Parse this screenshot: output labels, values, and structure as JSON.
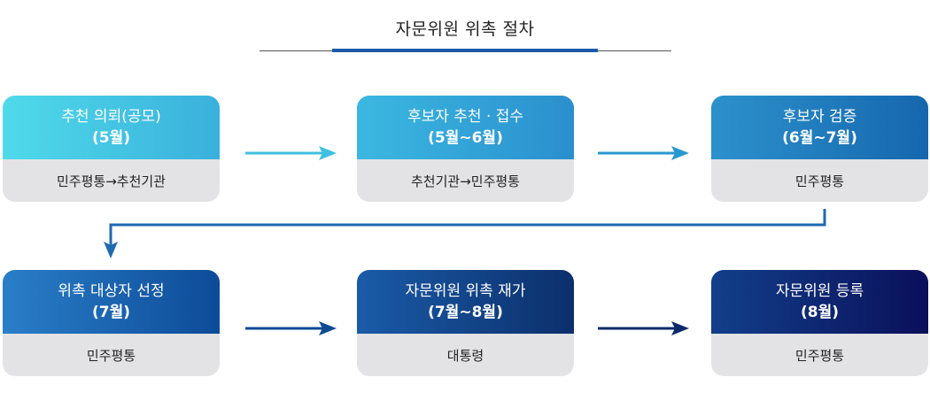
{
  "title": "자문위원 위촉 절차",
  "steps": [
    {
      "name": "추천 의뢰(공모)",
      "period": "(5월)",
      "actor": "민주평통→추천기관"
    },
    {
      "name": "후보자 추천 · 접수",
      "period": "(5월~6월)",
      "actor": "추천기관→민주평통"
    },
    {
      "name": "후보자 검증",
      "period": "(6월~7월)",
      "actor": "민주평통"
    },
    {
      "name": "위촉 대상자 선정",
      "period": "(7월)",
      "actor": "민주평통"
    },
    {
      "name": "자문위원 위촉 재가",
      "period": "(7월~8월)",
      "actor": "대통령"
    },
    {
      "name": "자문위원 등록",
      "period": "(8월)",
      "actor": "민주평통"
    }
  ],
  "colors": {
    "title_accent": "#1b5aa6",
    "arrow_row1": [
      "#3fc0e0",
      "#2a98d0"
    ],
    "arrow_connector": "#1d6ab2",
    "arrow_row2": [
      "#0f4a95",
      "#0c2a6a"
    ]
  }
}
